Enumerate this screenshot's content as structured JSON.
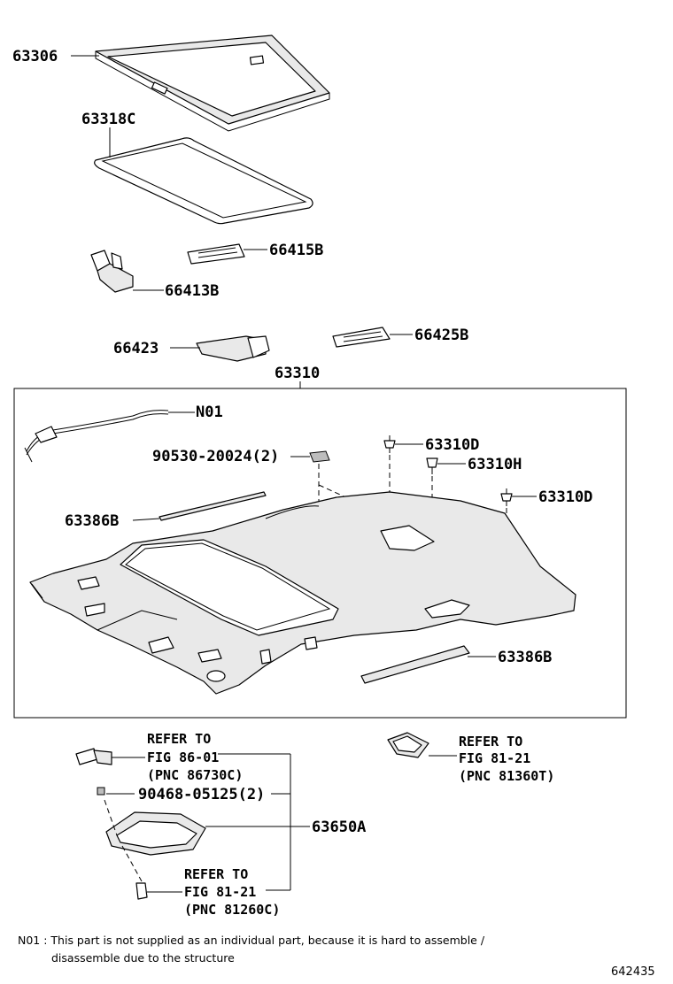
{
  "parts": {
    "p63306": "63306",
    "p63318c": "63318C",
    "p66415b": "66415B",
    "p66413b": "66413B",
    "p66423": "66423",
    "p66425b": "66425B",
    "p63310": "63310",
    "n01": "N01",
    "p90530": "90530-20024(2)",
    "p63310d_1": "63310D",
    "p63310h": "63310H",
    "p63310d_2": "63310D",
    "p63386b_1": "63386B",
    "p63386b_2": "63386B",
    "p90468": "90468-05125(2)",
    "p63650a": "63650A"
  },
  "refs": {
    "ref1": {
      "line1": "REFER TO",
      "line2": "FIG 86-01",
      "line3": "(PNC 86730C)"
    },
    "ref2": {
      "line1": "REFER TO",
      "line2": "FIG 81-21",
      "line3": "(PNC 81360T)"
    },
    "ref3": {
      "line1": "REFER TO",
      "line2": "FIG 81-21",
      "line3": "(PNC 81260C)"
    }
  },
  "footnote": {
    "line1": "N01 : This part is not supplied as an individual part, because it is hard to assemble /",
    "line2": "disassemble due to the structure"
  },
  "diagram_code": "642435"
}
